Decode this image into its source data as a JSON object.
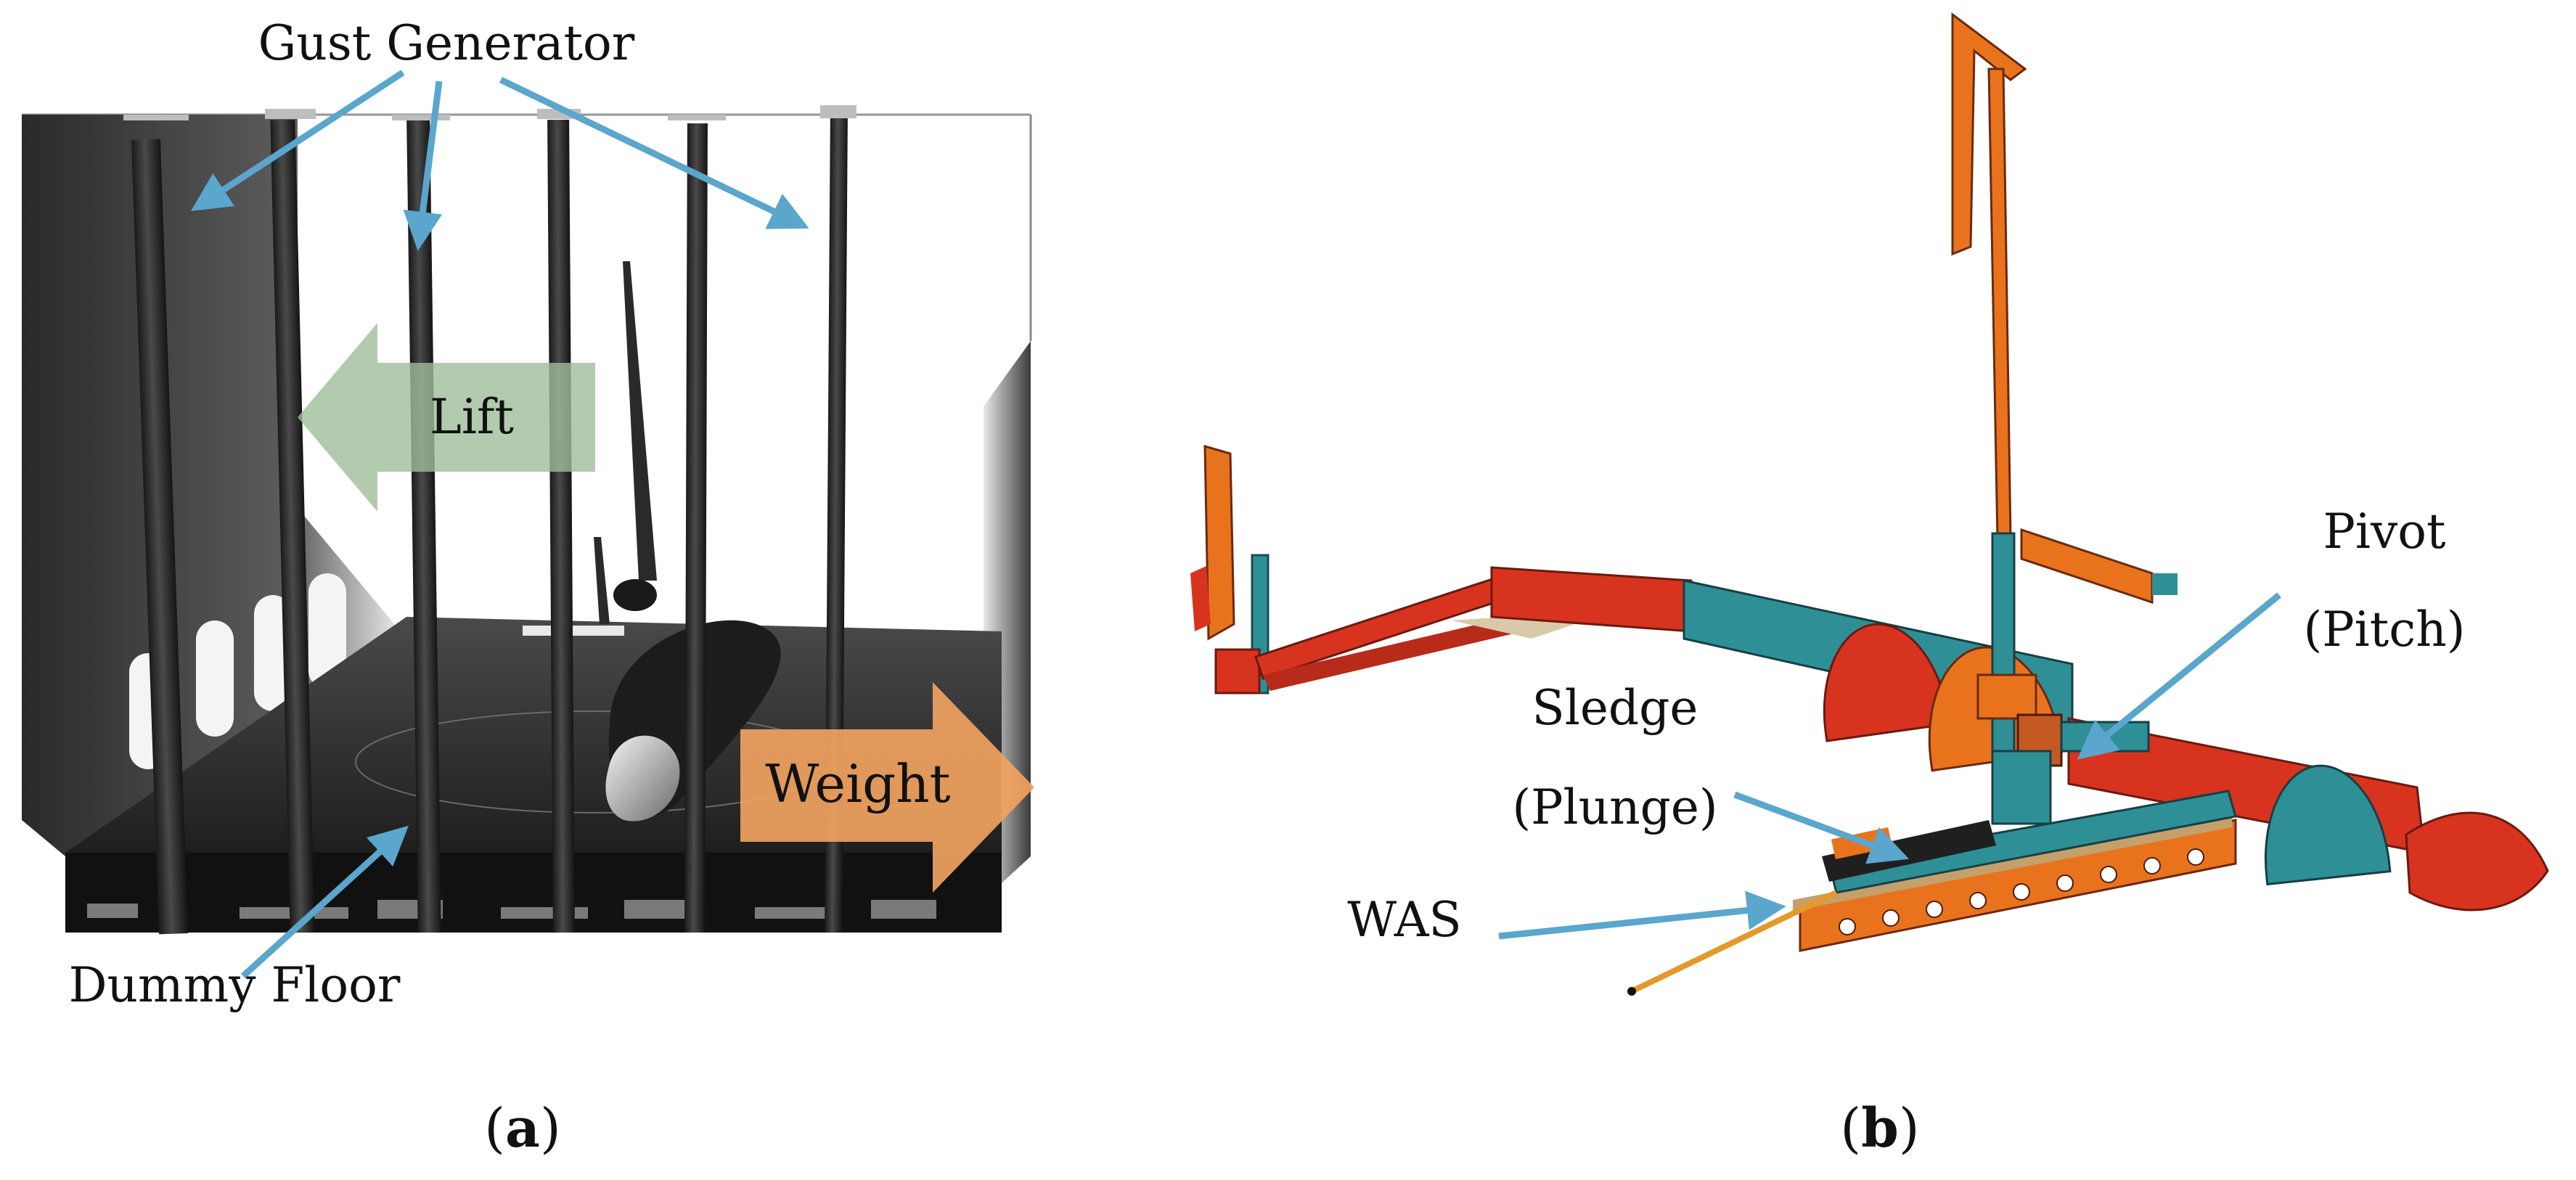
{
  "panel_a": {
    "labels": {
      "gust_generator": "Gust Generator",
      "lift": "Lift",
      "weight": "Weight",
      "dummy_floor": "Dummy Floor"
    },
    "caption_letter": "a"
  },
  "panel_b": {
    "labels": {
      "pivot": "Pivot",
      "pitch": "(Pitch)",
      "sledge": "Sledge",
      "plunge": "(Plunge)",
      "was": "WAS"
    },
    "caption_letter": "b"
  },
  "colors": {
    "annotation_arrow": "#5aa6cc",
    "lift_arrow": "#9fbd99",
    "weight_arrow": "#f0a260",
    "model_red": "#d8331f",
    "model_orange": "#e9731d",
    "model_teal": "#2f8f96",
    "rig_dark": "#1f1f1f"
  }
}
